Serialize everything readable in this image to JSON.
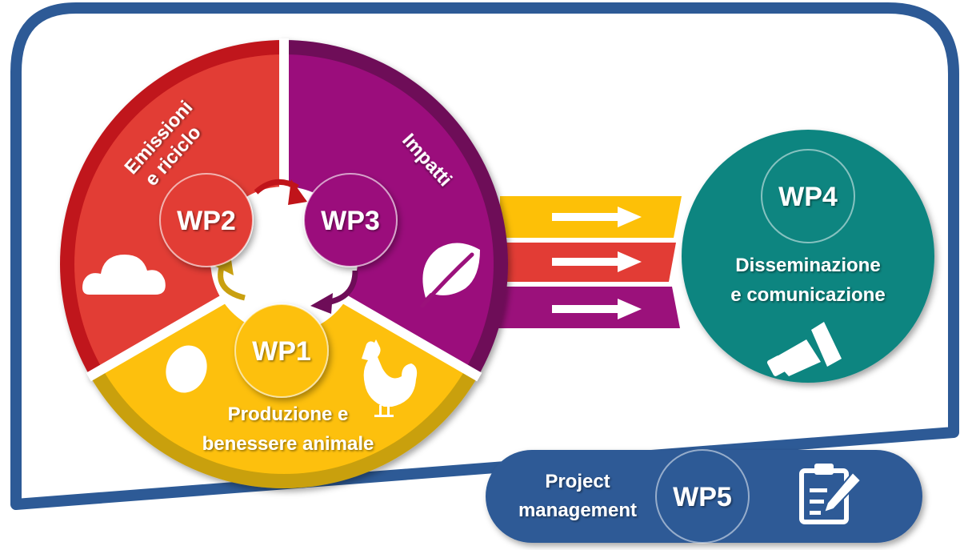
{
  "sectors": {
    "wp1": {
      "label": "WP1",
      "title_line1": "Produzione e",
      "title_line2": "benessere animale",
      "color": "#FDC007",
      "ring_color": "#C9A010"
    },
    "wp2": {
      "label": "WP2",
      "title_line1": "Emissioni",
      "title_line2": "e riciclo",
      "color": "#E23C35",
      "ring_color": "#C0141A"
    },
    "wp3": {
      "label": "WP3",
      "title_line1": "Impatti",
      "color": "#9B117B",
      "ring_color": "#6E0D58"
    }
  },
  "wp4": {
    "label": "WP4",
    "title_line1": "Disseminazione",
    "title_line2": "e comunicazione",
    "color": "#0E8580"
  },
  "wp5": {
    "label": "WP5",
    "title_line1": "Project",
    "title_line2": "management",
    "color": "#2D5A96"
  },
  "frame_color": "#2D5A96",
  "icons": [
    "cloud-icon",
    "leaf-icon",
    "egg-icon",
    "hen-icon",
    "megaphone-icon",
    "clipboard-icon",
    "arrow-right-icon",
    "cycle-arrow-icon"
  ]
}
